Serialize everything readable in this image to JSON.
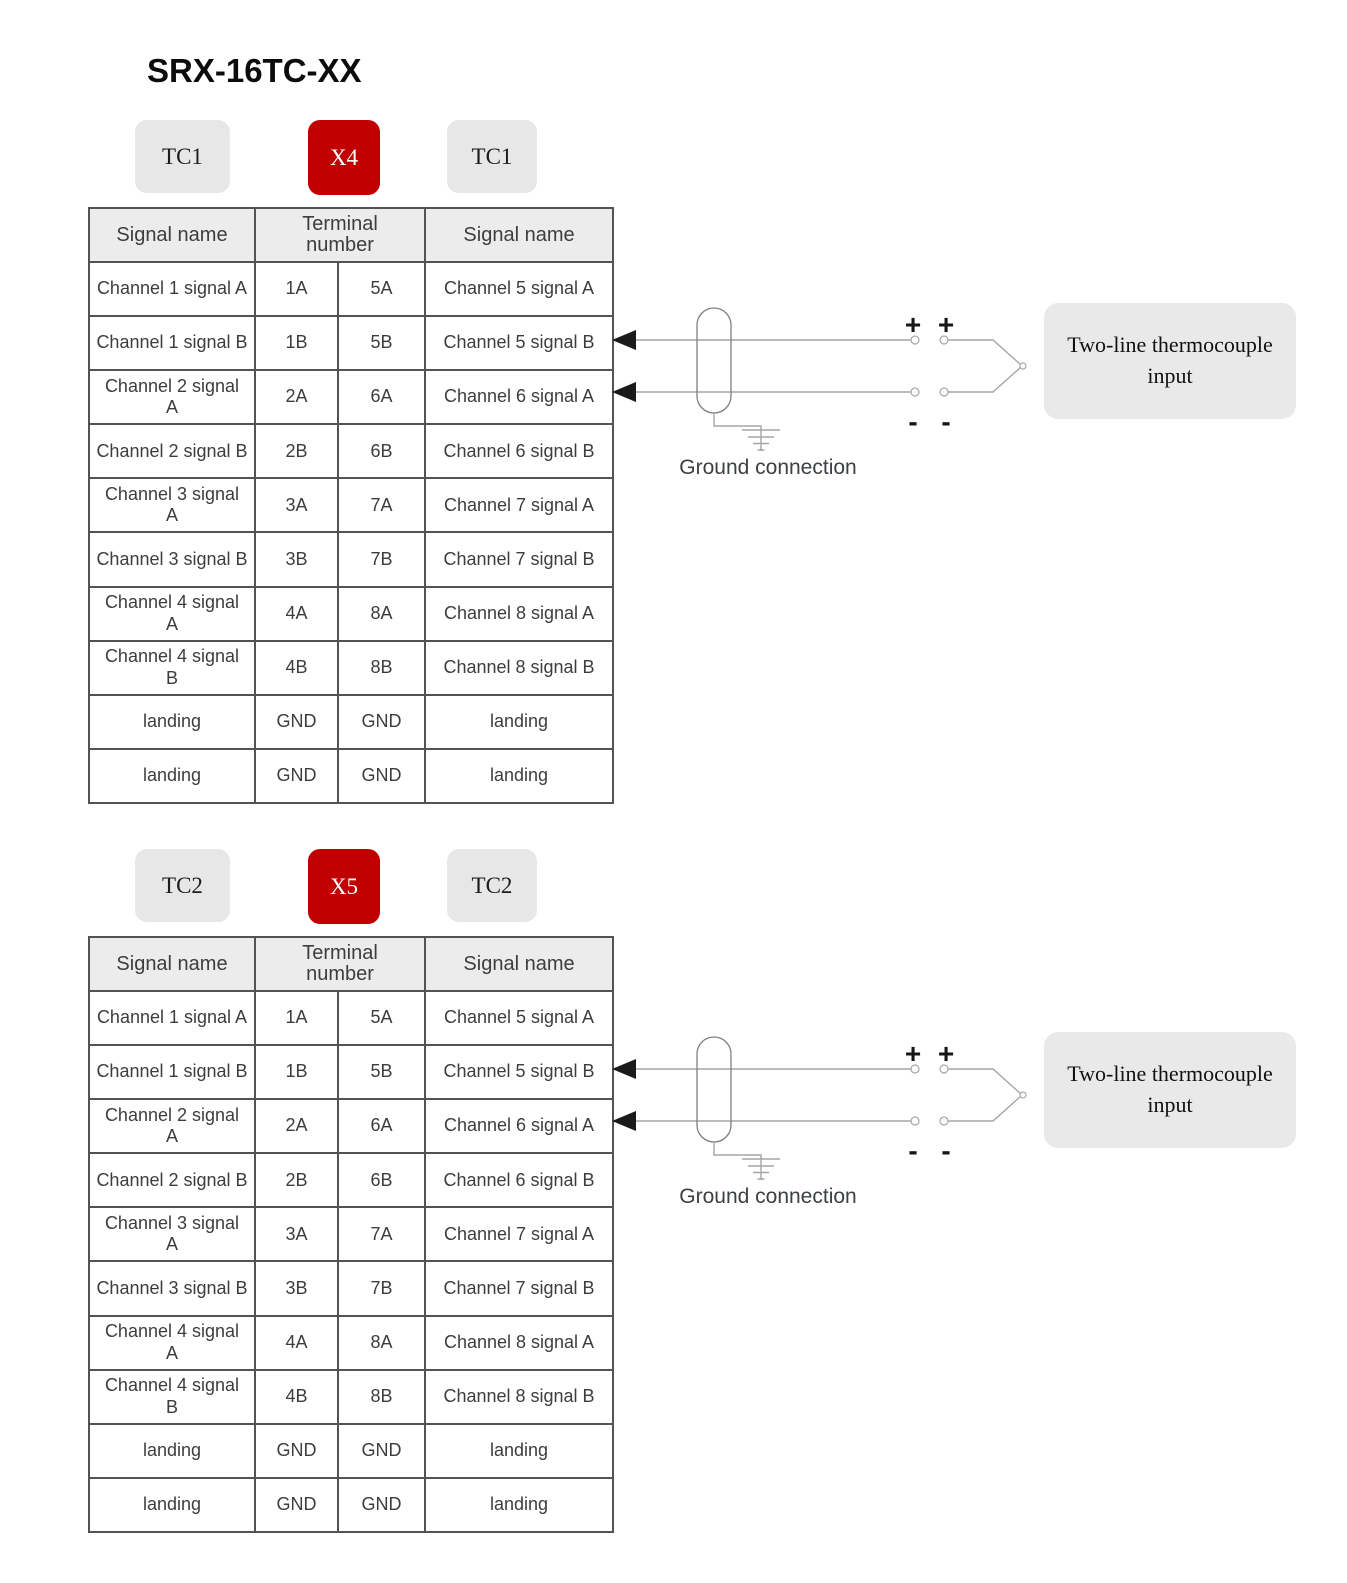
{
  "title": "SRX-16TC-XX",
  "colors": {
    "badge_red": "#c00000",
    "badge_gray": "#e7e7e7",
    "header_bg": "#ececec",
    "table_border": "#535353",
    "text": "#3d3d3d",
    "wire": "#a6a6a6",
    "arrow": "#1a1a1a",
    "box_bg": "#e9e9e9"
  },
  "sections": [
    {
      "badges": [
        {
          "label": "TC1",
          "variant": "gray"
        },
        {
          "label": "X4",
          "variant": "red"
        },
        {
          "label": "TC1",
          "variant": "gray"
        }
      ],
      "table": {
        "headers": [
          "Signal name",
          "Terminal\nnumber",
          "Signal name"
        ],
        "rows": [
          [
            "Channel 1 signal A",
            "1A",
            "5A",
            "Channel 5 signal A"
          ],
          [
            "Channel 1 signal B",
            "1B",
            "5B",
            "Channel 5 signal B"
          ],
          [
            "Channel 2 signal\nA",
            "2A",
            "6A",
            "Channel 6 signal A"
          ],
          [
            "Channel 2 signal B",
            "2B",
            "6B",
            "Channel 6 signal B"
          ],
          [
            "Channel 3 signal\nA",
            "3A",
            "7A",
            "Channel 7 signal A"
          ],
          [
            "Channel 3 signal B",
            "3B",
            "7B",
            "Channel 7 signal B"
          ],
          [
            "Channel 4 signal\nA",
            "4A",
            "8A",
            "Channel 8 signal A"
          ],
          [
            "Channel 4 signal\nB",
            "4B",
            "8B",
            "Channel 8 signal B"
          ],
          [
            "landing",
            "GND",
            "GND",
            "landing"
          ],
          [
            "landing",
            "GND",
            "GND",
            "landing"
          ]
        ]
      },
      "diagram": {
        "plus_label": "+",
        "minus_label": "-",
        "ground_label": "Ground connection",
        "box_label": "Two-line thermocouple input"
      }
    },
    {
      "badges": [
        {
          "label": "TC2",
          "variant": "gray"
        },
        {
          "label": "X5",
          "variant": "red"
        },
        {
          "label": "TC2",
          "variant": "gray"
        }
      ],
      "table": {
        "headers": [
          "Signal name",
          "Terminal\nnumber",
          "Signal name"
        ],
        "rows": [
          [
            "Channel 1 signal A",
            "1A",
            "5A",
            "Channel 5 signal A"
          ],
          [
            "Channel 1 signal B",
            "1B",
            "5B",
            "Channel 5 signal B"
          ],
          [
            "Channel 2 signal\nA",
            "2A",
            "6A",
            "Channel 6 signal A"
          ],
          [
            "Channel 2 signal B",
            "2B",
            "6B",
            "Channel 6 signal B"
          ],
          [
            "Channel 3 signal\nA",
            "3A",
            "7A",
            "Channel 7 signal A"
          ],
          [
            "Channel 3 signal B",
            "3B",
            "7B",
            "Channel 7 signal B"
          ],
          [
            "Channel 4 signal\nA",
            "4A",
            "8A",
            "Channel 8 signal A"
          ],
          [
            "Channel 4 signal\nB",
            "4B",
            "8B",
            "Channel 8 signal B"
          ],
          [
            "landing",
            "GND",
            "GND",
            "landing"
          ],
          [
            "landing",
            "GND",
            "GND",
            "landing"
          ]
        ]
      },
      "diagram": {
        "plus_label": "+",
        "minus_label": "-",
        "ground_label": "Ground connection",
        "box_label": "Two-line thermocouple input"
      }
    }
  ]
}
